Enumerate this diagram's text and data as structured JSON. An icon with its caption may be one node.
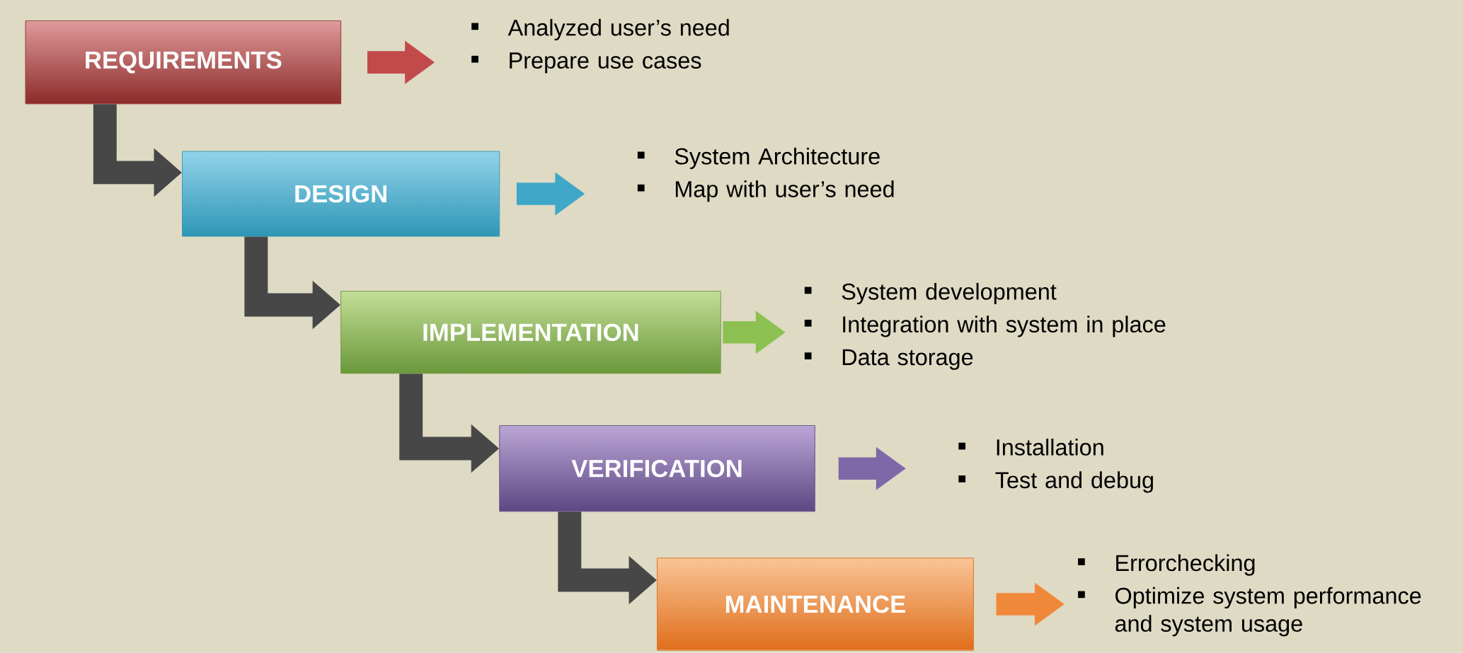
{
  "diagram": {
    "nodes": [
      {
        "text": [
          "REQUIREMENTS"
        ]
      },
      {
        "text": [
          "DESIGN"
        ]
      },
      {
        "text": [
          "IMPLEMENTATION"
        ]
      },
      {
        "text": [
          "VERIFICATION"
        ]
      },
      {
        "text": [
          "MAINTENANCE"
        ]
      },
      {
        "text": [
          "Analyzed user’s need",
          "Prepare use cases"
        ]
      },
      {
        "text": [
          "System Architecture",
          "Map with user’s need"
        ]
      },
      {
        "text": [
          "System development",
          "Integration with system in place",
          "Data storage"
        ]
      },
      {
        "text": [
          "Installation",
          "Test and debug"
        ]
      },
      {
        "text": [
          "Errorchecking",
          "Optimize system performance and system usage"
        ]
      }
    ],
    "edges": [
      {
        "from": 0,
        "to": 1,
        "arrow": "to"
      },
      {
        "from": 1,
        "to": 2,
        "arrow": "to"
      },
      {
        "from": 2,
        "to": 3,
        "arrow": "to"
      },
      {
        "from": 3,
        "to": 4,
        "arrow": "to"
      },
      {
        "from": 0,
        "to": 5,
        "arrow": "to",
        "color": "#c24a4a"
      },
      {
        "from": 1,
        "to": 6,
        "arrow": "to",
        "color": "#3fa8c9"
      },
      {
        "from": 2,
        "to": 7,
        "arrow": "to",
        "color": "#8cc152"
      },
      {
        "from": 3,
        "to": 8,
        "arrow": "to",
        "color": "#7f68a8"
      },
      {
        "from": 4,
        "to": 9,
        "arrow": "to",
        "color": "#f0883a"
      }
    ]
  }
}
